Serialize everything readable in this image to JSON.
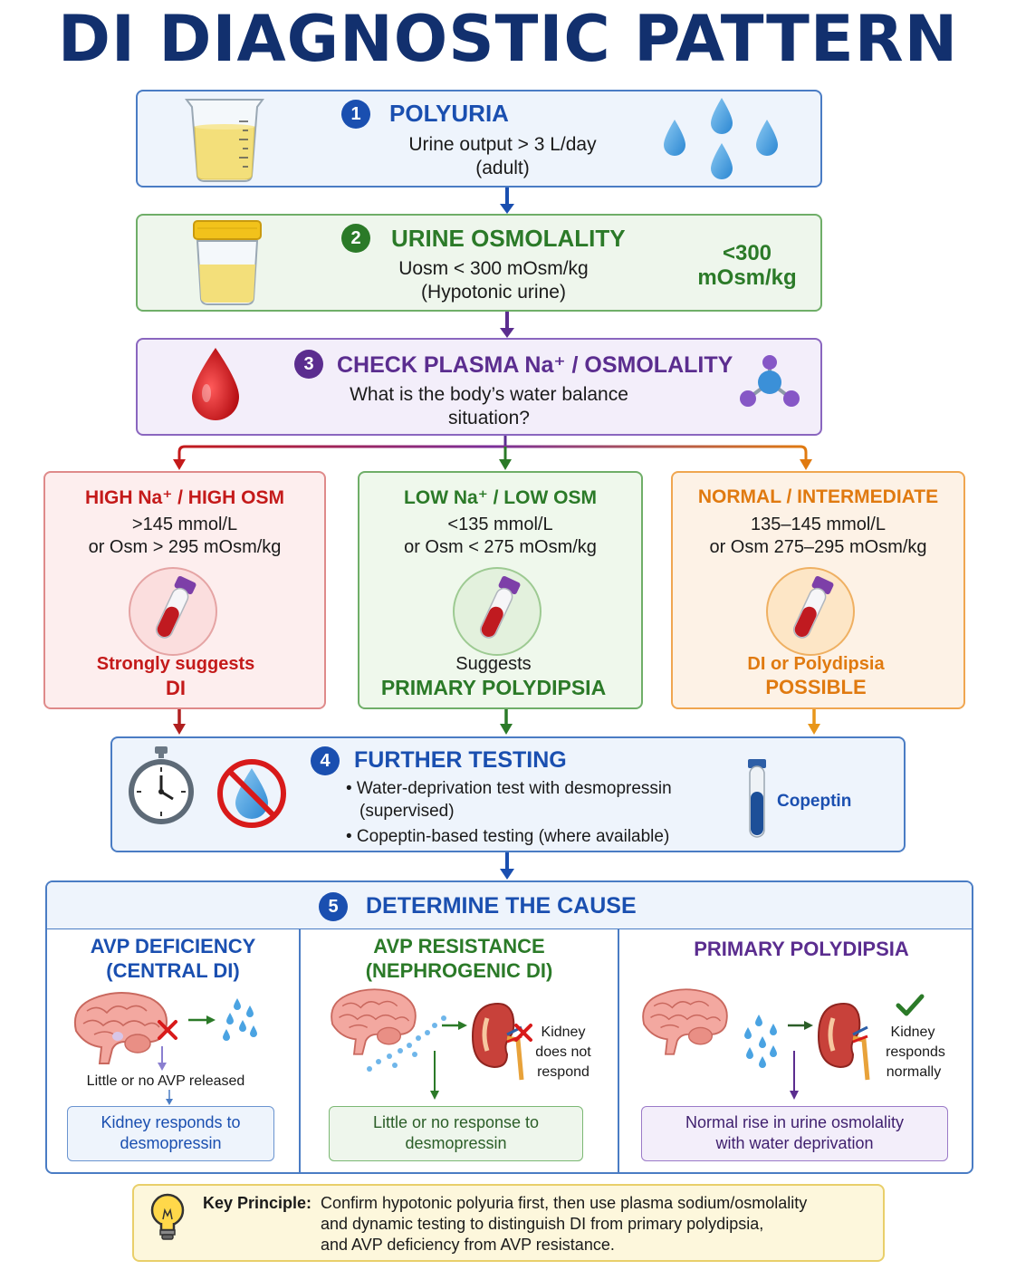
{
  "title": "DI DIAGNOSTIC PATTERN",
  "colors": {
    "title": "#12306e",
    "blue": "#1a4fb0",
    "green": "#2b7a28",
    "purple": "#5b2d8f",
    "red": "#c41a1a",
    "orange": "#e07a10"
  },
  "step1": {
    "number": "1",
    "heading": "POLYURIA",
    "line1": "Urine output > 3 L/day",
    "line2": "(adult)",
    "icons": [
      "beaker-icon",
      "water-drops-icon"
    ]
  },
  "step2": {
    "number": "2",
    "heading": "URINE OSMOLALITY",
    "line1": "Uosm < 300 mOsm/kg",
    "line2": "(Hypotonic urine)",
    "side_line1": "<300",
    "side_line2": "mOsm/kg",
    "icons": [
      "urine-cup-icon"
    ]
  },
  "step3": {
    "number": "3",
    "heading": "CHECK PLASMA Na⁺ / OSMOLALITY",
    "line1": "What is the body’s water balance",
    "line2": "situation?",
    "icons": [
      "blood-drop-icon",
      "molecule-icon"
    ]
  },
  "branches": [
    {
      "heading": "HIGH Na⁺ / HIGH OSM",
      "line1": ">145 mmol/L",
      "line2": "or Osm > 295 mOsm/kg",
      "result1": "Strongly suggests",
      "result2": "DI"
    },
    {
      "heading": "LOW Na⁺ / LOW OSM",
      "line1": "<135 mmol/L",
      "line2": "or Osm < 275 mOsm/kg",
      "result1": "Suggests",
      "result2": "PRIMARY POLYDIPSIA"
    },
    {
      "heading": "NORMAL / INTERMEDIATE",
      "line1": "135–145 mmol/L",
      "line2": "or Osm 275–295 mOsm/kg",
      "result1": "DI or Polydipsia",
      "result2": "POSSIBLE"
    }
  ],
  "step4": {
    "number": "4",
    "heading": "FURTHER TESTING",
    "bullet1a": "• Water-deprivation test with desmopressin",
    "bullet1b": "(supervised)",
    "bullet2": "• Copeptin-based testing (where available)",
    "side_label": "Copeptin",
    "icons": [
      "stopwatch-icon",
      "no-water-icon",
      "test-tube-icon"
    ]
  },
  "step5": {
    "number": "5",
    "heading": "DETERMINE THE CAUSE",
    "causes": [
      {
        "title1": "AVP DEFICIENCY",
        "title2": "(CENTRAL DI)",
        "note": "Little or no AVP released",
        "result1": "Kidney responds to",
        "result2": "desmopressin"
      },
      {
        "title1": "AVP RESISTANCE",
        "title2": "(NEPHROGENIC DI)",
        "note1": "Kidney",
        "note2": "does not",
        "note3": "respond",
        "result1": "Little or no response to",
        "result2": "desmopressin"
      },
      {
        "title1": "PRIMARY POLYDIPSIA",
        "note1": "Kidney",
        "note2": "responds",
        "note3": "normally",
        "result1": "Normal rise in urine osmolality",
        "result2": "with water deprivation"
      }
    ]
  },
  "key": {
    "label": "Key Principle:",
    "line1": "Confirm hypotonic polyuria first, then use plasma sodium/osmolality",
    "line2": "and dynamic testing to distinguish DI from primary polydipsia,",
    "line3": "and AVP deficiency from AVP resistance."
  }
}
